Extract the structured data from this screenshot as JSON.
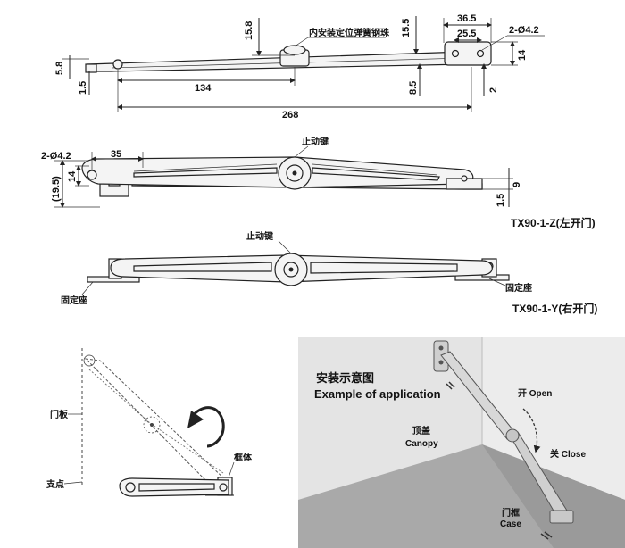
{
  "top_view": {
    "dims": {
      "d36_5": "36.5",
      "d25_5": "25.5",
      "holes": "2-Ø4.2",
      "d15_8": "15.8",
      "d15_5": "15.5",
      "d14": "14",
      "d5_8": "5.8",
      "d1_5": "1.5",
      "d134": "134",
      "d8_5": "8.5",
      "d2": "2",
      "d268": "268"
    },
    "label_spring_bead": "内安装定位弹簧钢珠"
  },
  "z_view": {
    "dims": {
      "holes": "2-Ø4.2",
      "d35": "35",
      "d14": "14",
      "d19_5": "(19.5)",
      "d9": "9",
      "d1_5": "1.5"
    },
    "label_stop": "止动键",
    "model": "TX90-1-Z(左开门)"
  },
  "y_view": {
    "label_stop": "止动键",
    "label_base_left": "固定座",
    "label_base_right": "固定座",
    "model": "TX90-1-Y(右开门)"
  },
  "side_view": {
    "label_door": "门板",
    "label_pivot": "支点",
    "label_frame": "框体"
  },
  "application": {
    "title_cn": "安装示意图",
    "title_en": "Example of application",
    "open_label": "开 Open",
    "close_label": "关 Close",
    "canopy_cn": "顶盖",
    "canopy_en": "Canopy",
    "case_cn": "门框",
    "case_en": "Case"
  }
}
